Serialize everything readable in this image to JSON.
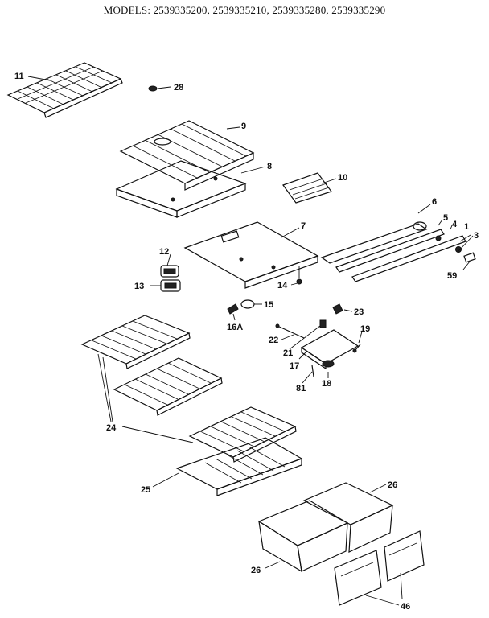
{
  "header": {
    "models_title": "MODELS: 2539335200, 2539335210, 2539335280, 2539335290"
  },
  "callouts": {
    "c11": "11",
    "c28": "28",
    "c9": "9",
    "c8": "8",
    "c10": "10",
    "c7": "7",
    "c6": "6",
    "c5": "5",
    "c4": "4",
    "c1": "1",
    "c3": "3",
    "c59": "59",
    "c12": "12",
    "c13": "13",
    "c14": "14",
    "c15": "15",
    "c16a": "16A",
    "c23": "23",
    "c22": "22",
    "c21": "21",
    "c19": "19",
    "c17": "17",
    "c81": "81",
    "c18": "18",
    "c24": "24",
    "c25": "25",
    "c26a": "26",
    "c26b": "26",
    "c46": "46"
  }
}
